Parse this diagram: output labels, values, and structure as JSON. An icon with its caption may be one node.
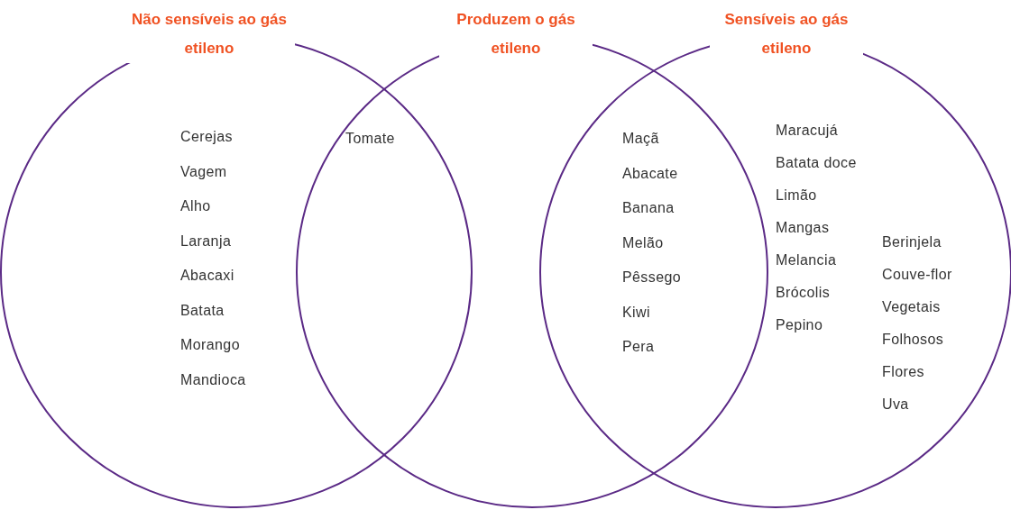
{
  "diagram": {
    "nodes": [
      {
        "text": [
          "Não sensíveis ao gás etileno"
        ]
      },
      {
        "text": [
          "Produzem o gás etileno"
        ]
      },
      {
        "text": [
          "Sensíveis ao gás etileno"
        ]
      }
    ],
    "labels": [
      "Cerejas",
      "Vagem",
      "Alho",
      "Laranja",
      "Abacaxi",
      "Batata",
      "Morango",
      "Mandioca",
      "Tomate",
      "Maçã",
      "Abacate",
      "Banana",
      "Melão",
      "Pêssego",
      "Kiwi",
      "Pera",
      "Maracujá",
      "Batata doce",
      "Limão",
      "Mangas",
      "Melancia",
      "Brócolis",
      "Pepino",
      "Berinjela",
      "Couve-flor",
      "Vegetais",
      "Folhosos",
      "Flores",
      "Uva"
    ]
  }
}
